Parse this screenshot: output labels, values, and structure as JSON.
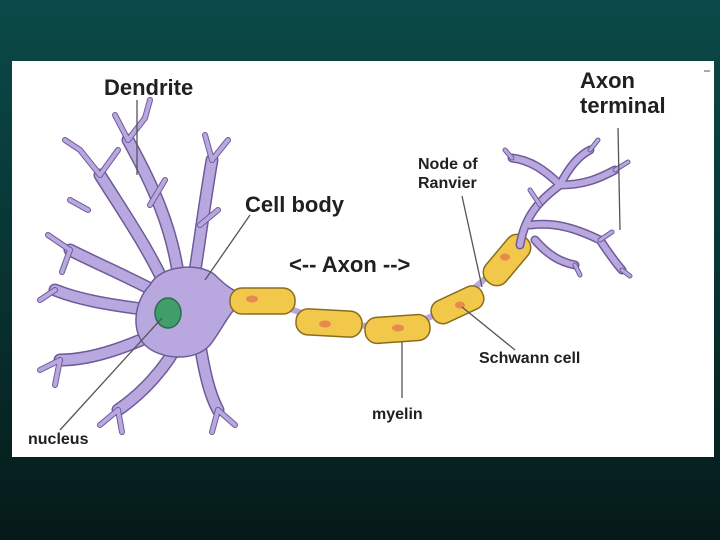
{
  "labels": {
    "dendrite": "Dendrite",
    "axon_terminal_line1": "Axon",
    "axon_terminal_line2": "terminal",
    "node_of_ranvier_line1": "Node of",
    "node_of_ranvier_line2": "Ranvier",
    "cell_body": "Cell body",
    "axon": "<-- Axon -->",
    "schwann_cell": "Schwann cell",
    "myelin": "myelin",
    "nucleus": "nucleus"
  },
  "colors": {
    "background_top": "#0a4a48",
    "background_bottom": "#051a19",
    "panel": "#ffffff",
    "neuron_body": "#b9a8e0",
    "neuron_outline": "#6e5c99",
    "nucleus": "#3f9e6a",
    "myelin_fill": "#f2c84b",
    "myelin_outline": "#8a6d1c",
    "schwann_nucleus": "#e88a4e",
    "leader_line": "#555555",
    "label_text": "#202020"
  }
}
